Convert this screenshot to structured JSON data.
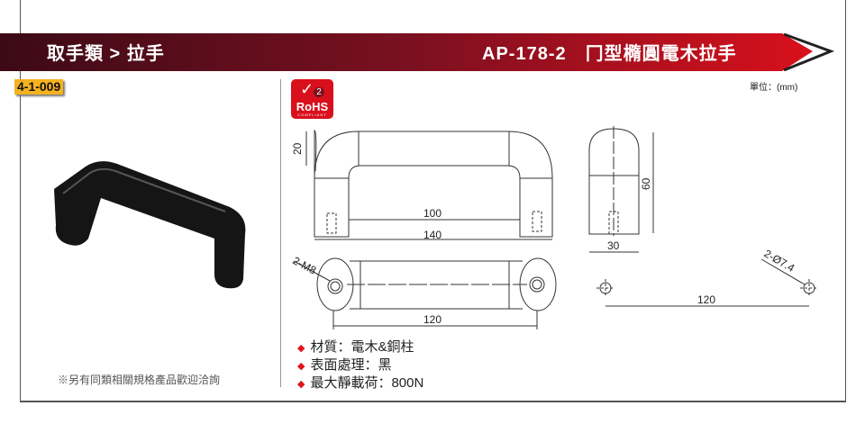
{
  "header": {
    "category": "取手類 > 拉手",
    "title": "AP-178-2　冂型橢圓電木拉手",
    "colors": {
      "dark": "#3c0a16",
      "red": "#d8101c"
    }
  },
  "product_code": "4-1-009",
  "unit_label": "單位：(mm)",
  "rohs": {
    "label": "RoHS",
    "sub": "COMPLIANT",
    "number": "2"
  },
  "drawing": {
    "height_dim": "20",
    "inner_width": "100",
    "outer_width": "140",
    "thread_label": "2-M8",
    "hole_spacing": "120",
    "side_height": "60",
    "side_width": "30",
    "hole_diameter": "2-Ø7.4",
    "cutout_spacing": "120"
  },
  "specs": [
    "材質：電木&銅柱",
    "表面處理：黑",
    "最大靜載荷：800N"
  ],
  "note": "※另有同類相關規格產品歡迎洽詢"
}
